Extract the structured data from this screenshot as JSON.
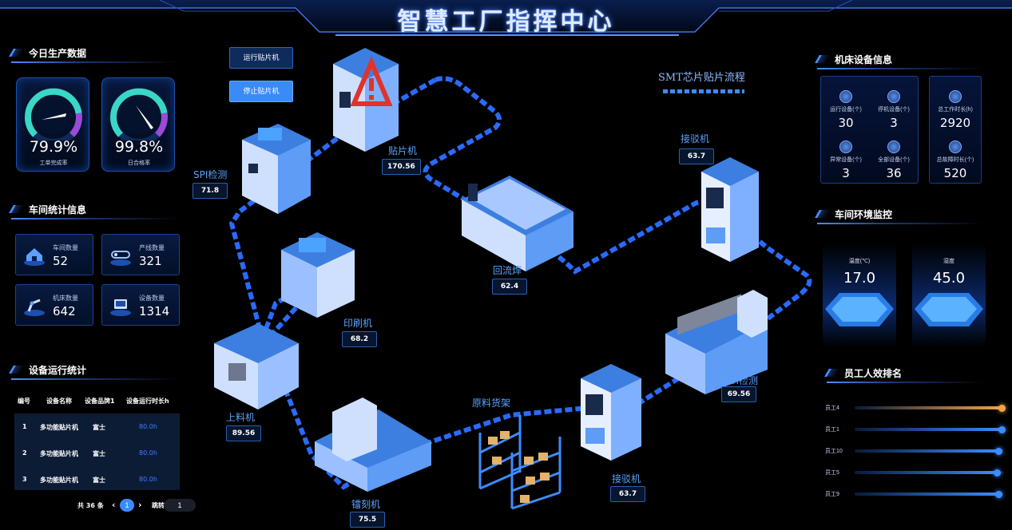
{
  "header": {
    "title": "智慧工厂指挥中心"
  },
  "production": {
    "title": "今日生产数据",
    "gauges": [
      {
        "value": "79.9%",
        "label": "工单完成率",
        "level": 0.799
      },
      {
        "value": "99.8%",
        "label": "日合格率",
        "level": 0.998
      }
    ]
  },
  "workshop": {
    "title": "车间统计信息",
    "stats": [
      {
        "label": "车间数量",
        "value": "52",
        "icon": "house-icon"
      },
      {
        "label": "产线数量",
        "value": "321",
        "icon": "production-line-icon"
      },
      {
        "label": "机床数量",
        "value": "642",
        "icon": "robot-arm-icon"
      },
      {
        "label": "设备数量",
        "value": "1314",
        "icon": "monitor-icon"
      }
    ]
  },
  "equipment": {
    "title": "设备运行统计",
    "columns": [
      "编号",
      "设备名称",
      "设备品牌1",
      "设备运行时长h"
    ],
    "rows": [
      [
        "1",
        "多功能贴片机",
        "富士",
        "80.0h"
      ],
      [
        "2",
        "多功能贴片机",
        "富士",
        "80.0h"
      ],
      [
        "3",
        "多功能贴片机",
        "富士",
        "80.0h"
      ]
    ],
    "pager": {
      "total": "共 36 条",
      "prev": "‹",
      "current": "1",
      "next": "›",
      "jump_label": "跳转",
      "jump_value": "1"
    }
  },
  "controls": {
    "run_label": "运行贴片机",
    "stop_label": "停止贴片机"
  },
  "flow": {
    "title": "SMT芯片贴片流程",
    "machines": {
      "spi": {
        "name": "SPI检测",
        "value": "71.8"
      },
      "placer": {
        "name": "贴片机",
        "value": "170.56"
      },
      "reflow": {
        "name": "回流焊",
        "value": "62.4"
      },
      "receiver_top": {
        "name": "接驳机",
        "value": "63.7"
      },
      "printer": {
        "name": "印刷机",
        "value": "68.2"
      },
      "aoi": {
        "name": "AOI检测",
        "value": "69.56"
      },
      "loader": {
        "name": "上料机",
        "value": "89.56"
      },
      "engraver": {
        "name": "镭刻机",
        "value": "75.5"
      },
      "shelf": {
        "name": "原料货架"
      },
      "receiver_bottom": {
        "name": "接驳机",
        "value": "63.7"
      }
    }
  },
  "machine_info": {
    "title": "机床设备信息",
    "cells": [
      {
        "label": "运行设备(个)",
        "value": "30",
        "icon": "refresh-icon"
      },
      {
        "label": "停机设备(个)",
        "value": "3",
        "icon": "minus-circle-icon"
      },
      {
        "label": "异常设备(个)",
        "value": "3",
        "icon": "alert-box-icon"
      },
      {
        "label": "全部设备(个)",
        "value": "36",
        "icon": "layers-icon"
      }
    ],
    "side": [
      {
        "label": "总工作时长(h)",
        "value": "2920",
        "icon": "clock-icon"
      },
      {
        "label": "总故障时长(个)",
        "value": "520",
        "icon": "warning-icon"
      }
    ]
  },
  "environment": {
    "title": "车间环境监控",
    "items": [
      {
        "label": "温度(℃)",
        "value": "17.0"
      },
      {
        "label": "湿度",
        "value": "45.0"
      }
    ]
  },
  "ranking": {
    "title": "员工人效排名",
    "items": [
      {
        "label": "员工4",
        "level": 1.0,
        "color": "#f2a44a"
      },
      {
        "label": "员工1",
        "level": 1.0,
        "color": "#3d8cff"
      },
      {
        "label": "员工10",
        "level": 0.98,
        "color": "#3d8cff"
      },
      {
        "label": "员工5",
        "level": 0.97,
        "color": "#3d8cff"
      },
      {
        "label": "员工9",
        "level": 0.98,
        "color": "#3d8cff"
      }
    ]
  },
  "colors": {
    "accent": "#3d8cff",
    "warning": "#e0332a",
    "gold": "#f2a44a"
  }
}
